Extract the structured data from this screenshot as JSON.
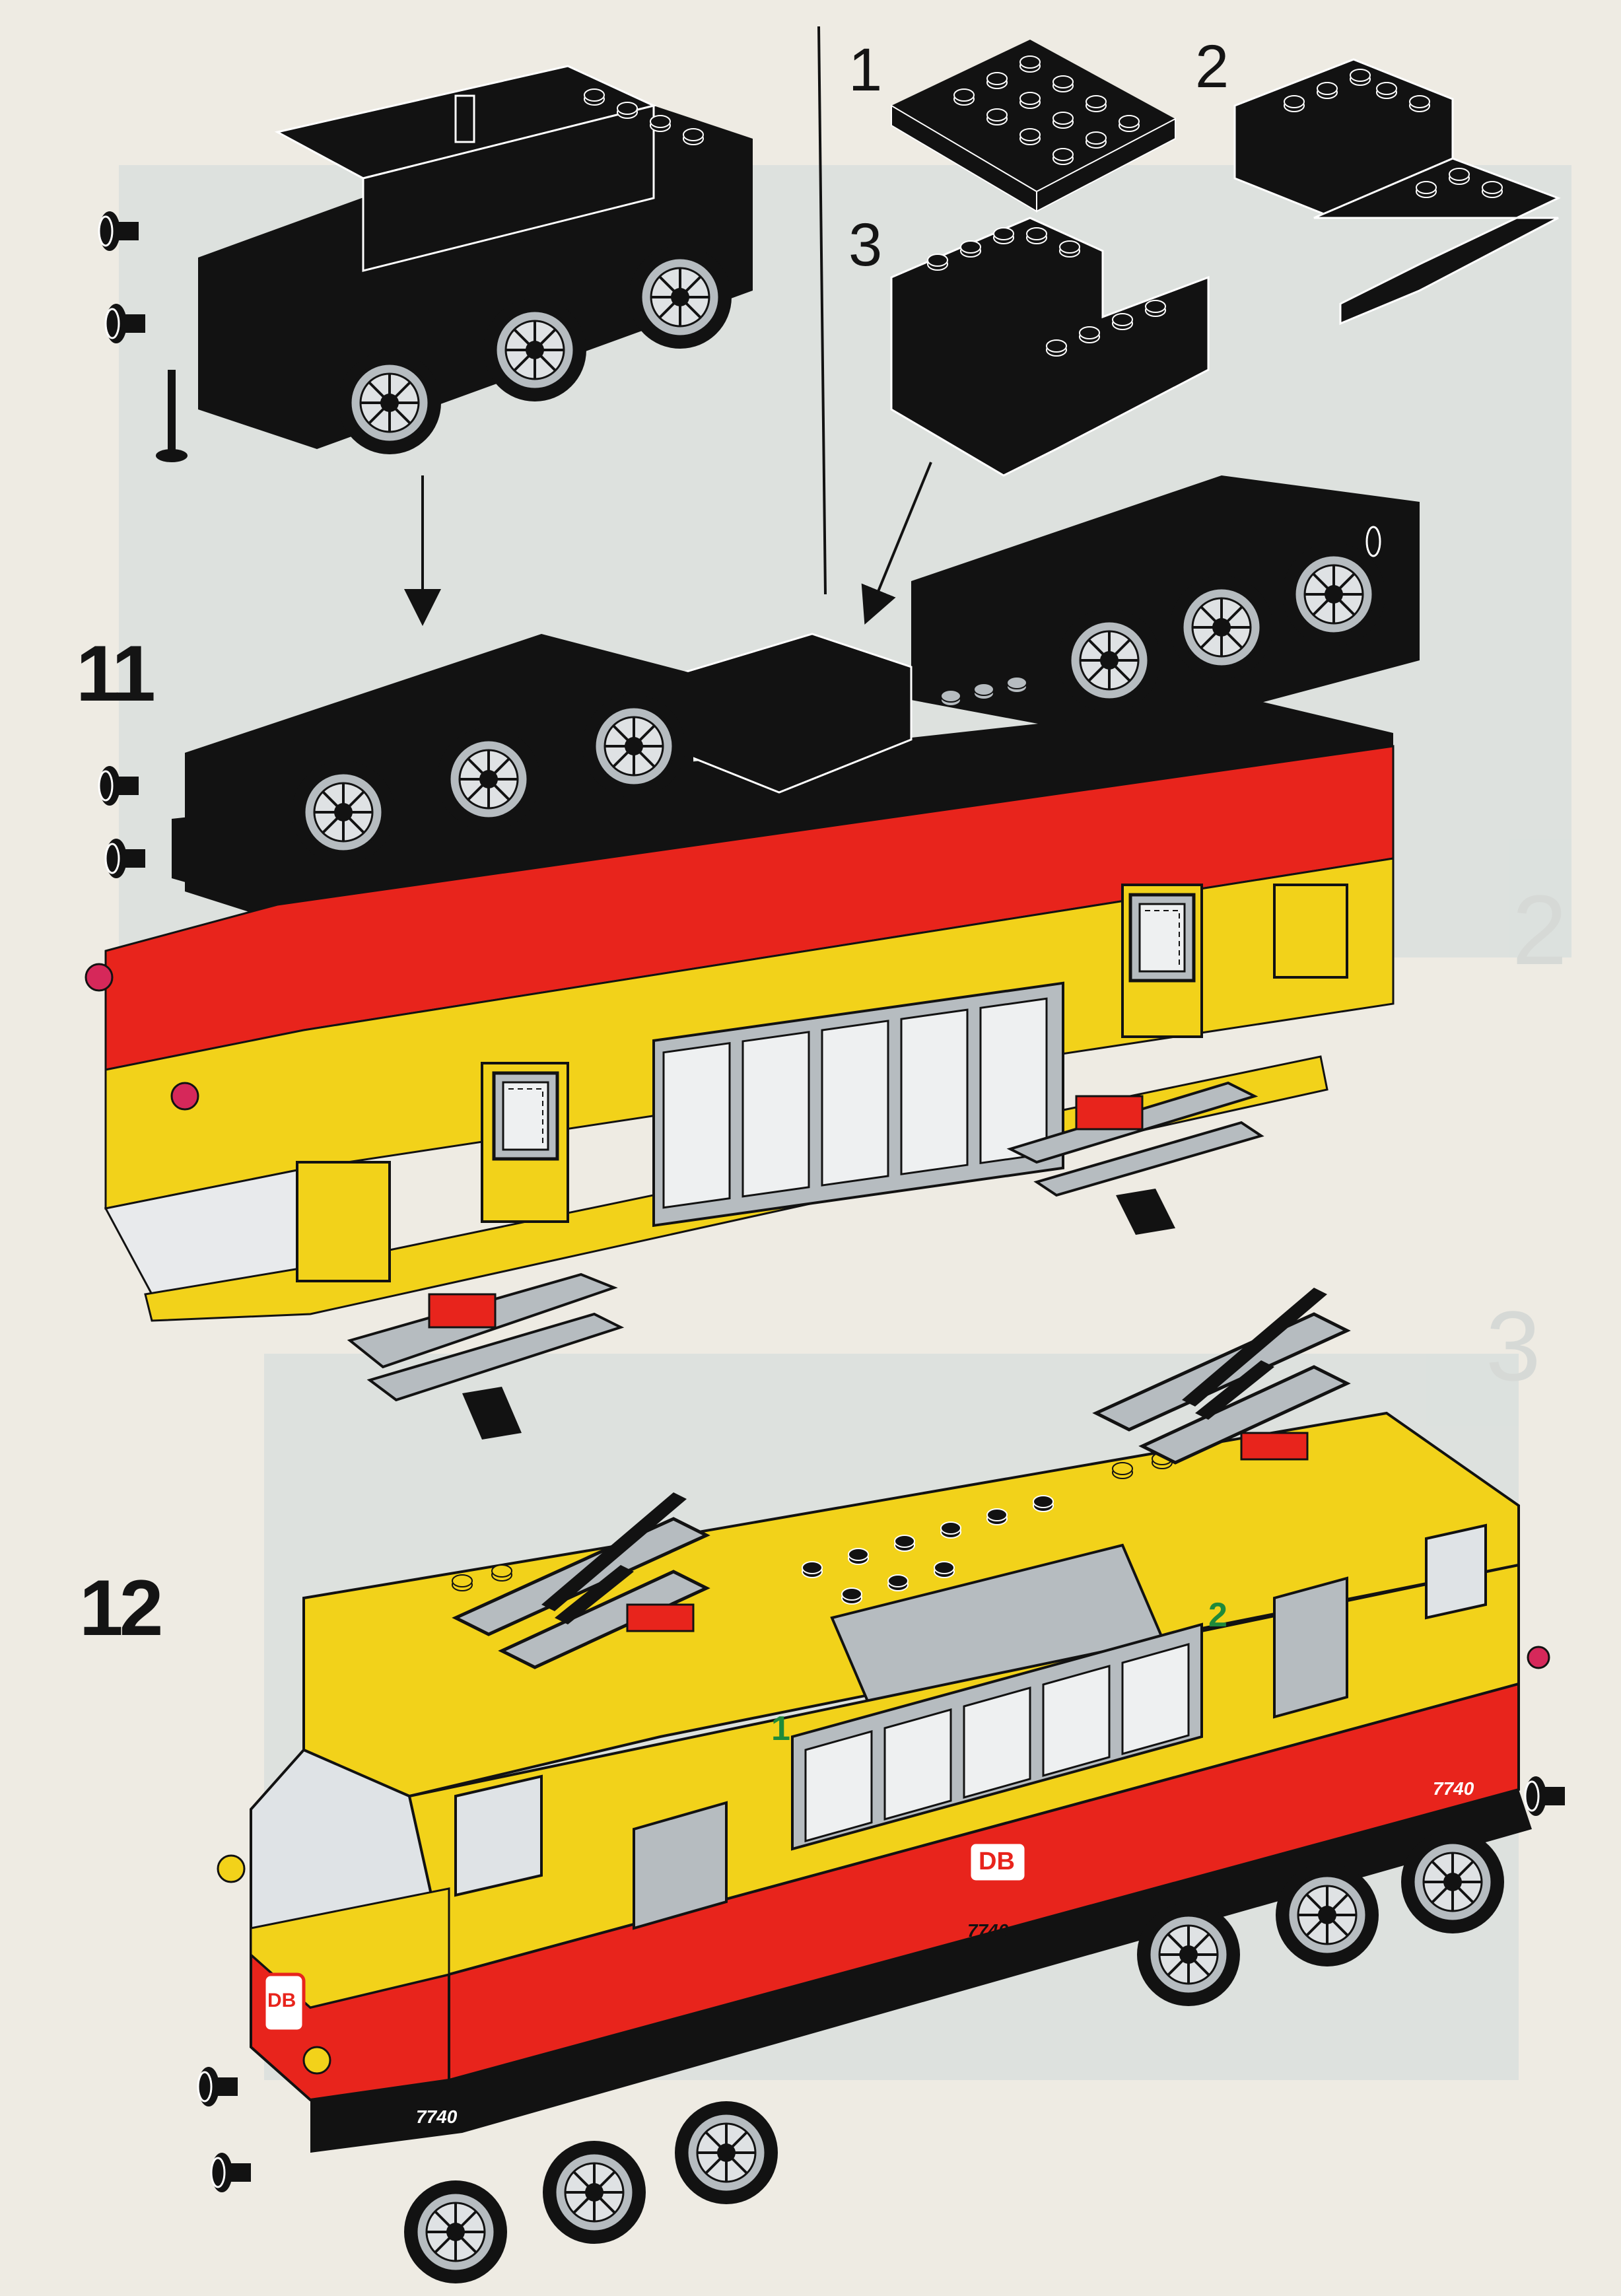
{
  "steps": [
    {
      "number": "11"
    },
    {
      "number": "12"
    }
  ],
  "substeps": [
    "1",
    "2",
    "3"
  ],
  "door_markers": [
    "1",
    "2"
  ],
  "livery": {
    "logo_text": "DB",
    "model_number": "7740"
  },
  "colors": {
    "background": "#eeebe3",
    "red": "#e8241c",
    "yellow": "#f2d21a",
    "black": "#121212",
    "gray": "#b6bcc0",
    "marker_green": "#1f8a3a",
    "buffer_magenta": "#d6285a"
  }
}
